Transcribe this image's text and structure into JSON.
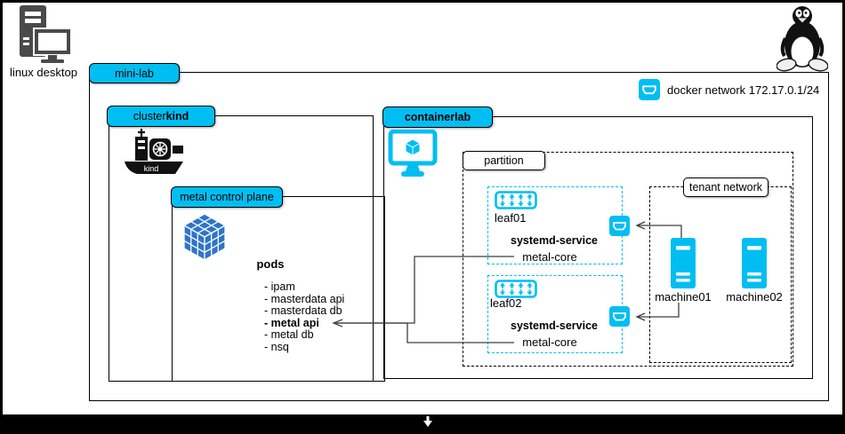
{
  "desktop": {
    "label": "linux desktop"
  },
  "legend": {
    "docker_network": "docker network 172.17.0.1/24"
  },
  "minilab": {
    "label": "mini-lab"
  },
  "cluster": {
    "label_prefix": "cluster ",
    "label_bold": "kind",
    "ship_text": "kind"
  },
  "mcp": {
    "label": "metal control plane",
    "pods_title": "pods",
    "pods": [
      "- ipam",
      "- masterdata api",
      "- masterdata db",
      "- metal api",
      "- metal db",
      "- nsq"
    ]
  },
  "containerlab": {
    "label": "containerlab"
  },
  "partition": {
    "label": "partition"
  },
  "tenant": {
    "label": "tenant network"
  },
  "leaf01": {
    "name": "leaf01",
    "service": "systemd-service",
    "unit": "metal-core"
  },
  "leaf02": {
    "name": "leaf02",
    "service": "systemd-service",
    "unit": "metal-core"
  },
  "machines": {
    "m1": "machine01",
    "m2": "machine02"
  },
  "colors": {
    "cyan": "#00BEF2",
    "cube_blue": "#2E75C8",
    "icon_gray": "#4A4A4A"
  }
}
